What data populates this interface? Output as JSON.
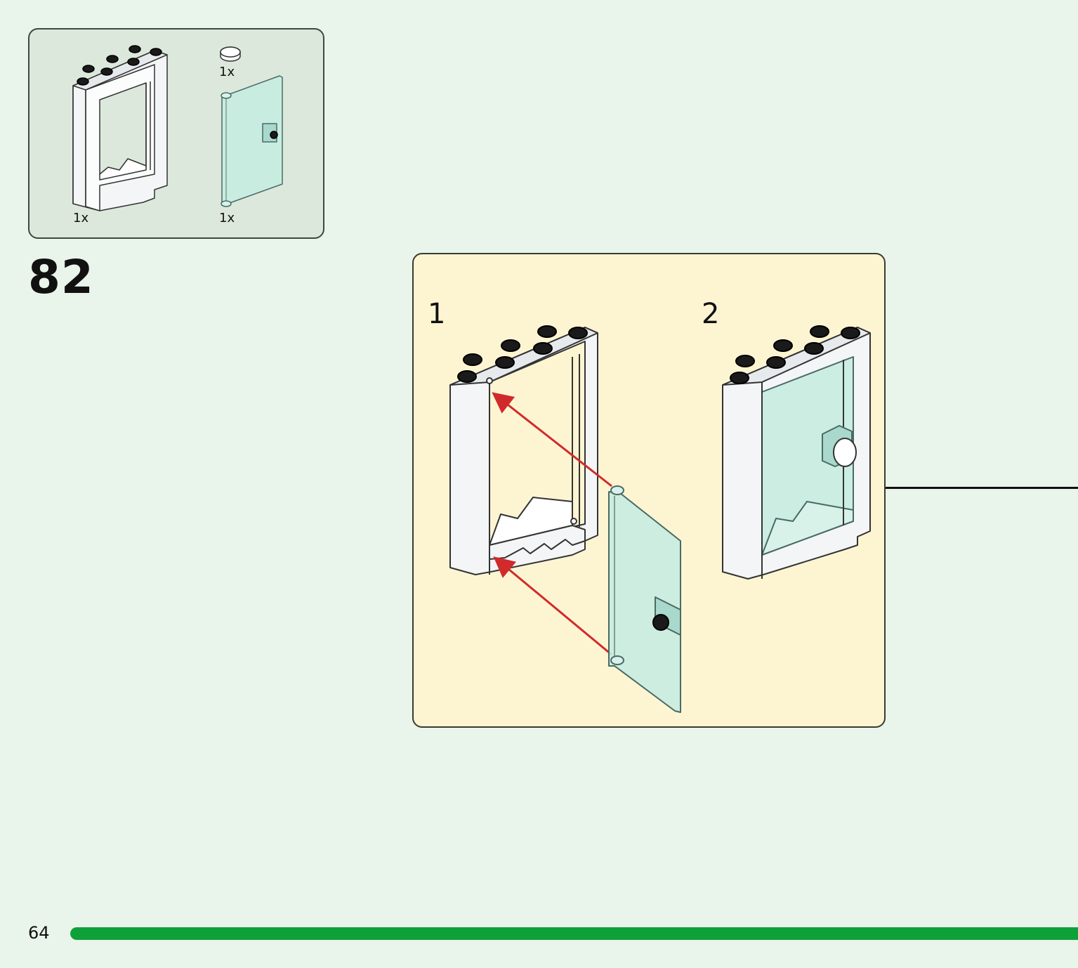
{
  "parts_list": {
    "items": [
      {
        "part": "door-frame",
        "quantity": "1x"
      },
      {
        "part": "round-tile-white",
        "quantity": "1x"
      },
      {
        "part": "door-transparent",
        "quantity": "1x"
      }
    ]
  },
  "step": {
    "number": "82"
  },
  "callout": {
    "sub_steps": [
      {
        "number": "1"
      },
      {
        "number": "2"
      }
    ]
  },
  "footer": {
    "page_number": "64",
    "progress": 1.0
  },
  "colors": {
    "background": "#e9f4eb",
    "parts_box": "#dce8dc",
    "callout_box": "#fdf5d2",
    "progress_bar": "#0ea13a",
    "arrow": "#d12a2a",
    "door_glass": "#c6ece0"
  }
}
